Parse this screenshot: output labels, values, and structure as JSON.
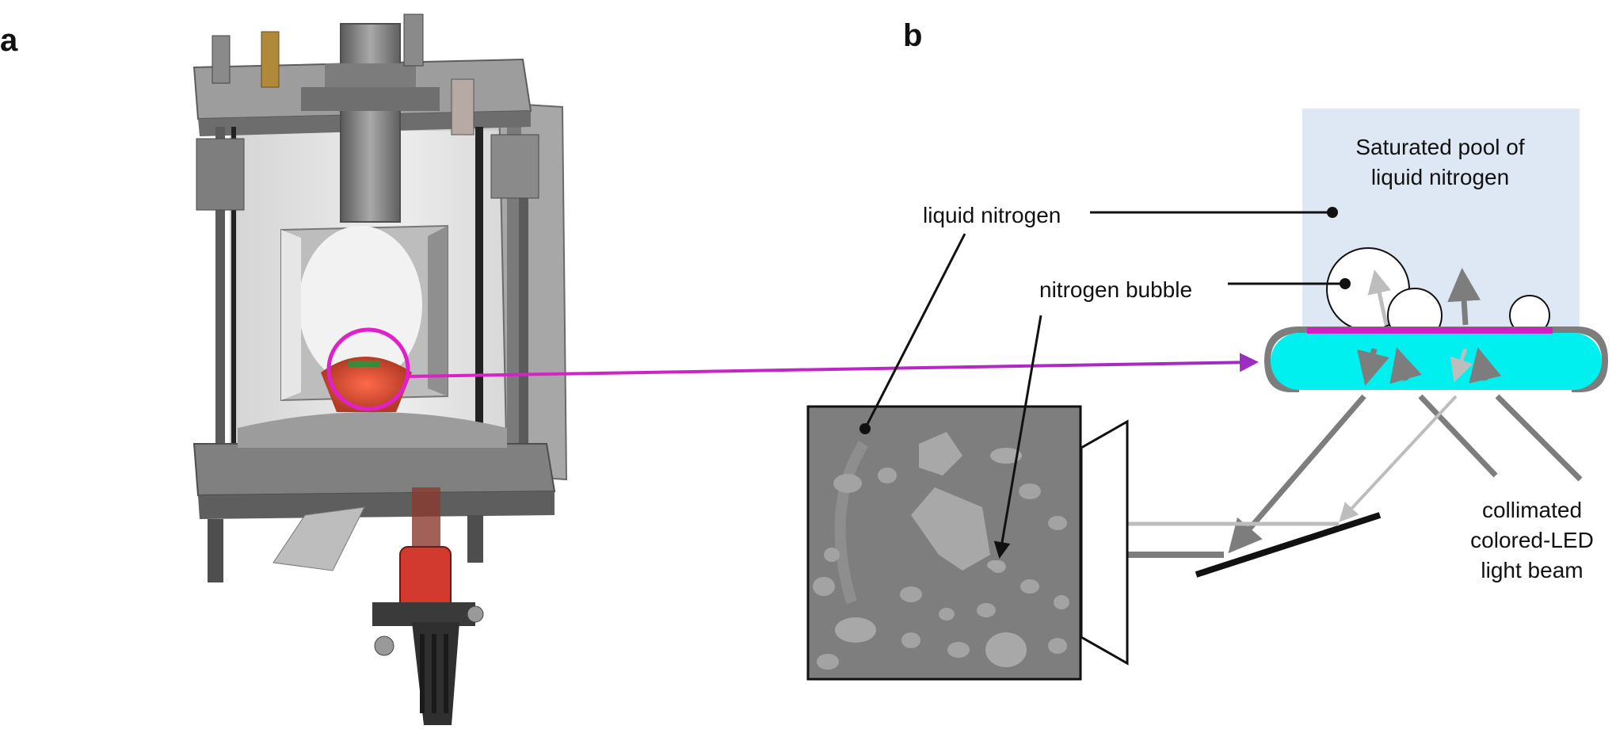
{
  "figure": {
    "panel_a_label": "a",
    "panel_b_label": "b"
  },
  "panel_b": {
    "pool_label_line1": "Saturated pool of",
    "pool_label_line2": "liquid nitrogen",
    "liquid_nitrogen_label": "liquid nitrogen",
    "nitrogen_bubble_label": "nitrogen bubble",
    "beam_label_line1": "collimated",
    "beam_label_line2": "colored-LED",
    "beam_label_line3": "light beam"
  },
  "colors": {
    "pool": "#dde8f4",
    "heater": "#00f0f0",
    "heater_film": "#d21fc4",
    "highlight_circle": "#e020c8",
    "connector_arrow": "#9b2ec0",
    "beam_dark": "#7d7d7d",
    "beam_light": "#bdbdbd",
    "image_background": "#7e7e7e",
    "image_patch": "#a8a8a8"
  },
  "icons": {
    "apparatus": "cryostat-cutaway-render",
    "camera": "camera-trapezoid-icon",
    "mirror": "mirror-line"
  }
}
